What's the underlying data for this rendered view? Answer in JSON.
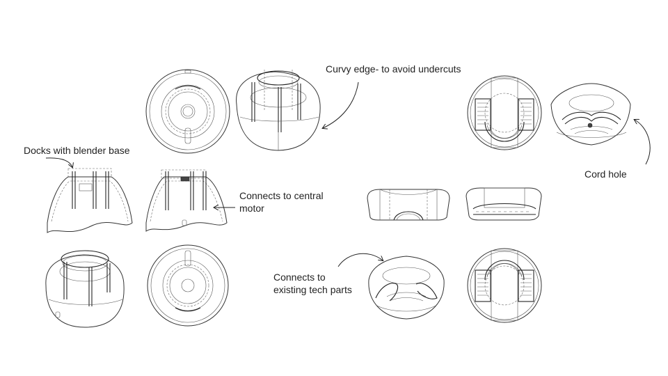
{
  "annotations": {
    "curvy_edge": "Curvy edge- to avoid undercuts",
    "docks_blender": "Docks with blender base",
    "connects_motor": "Connects to central\nmotor",
    "connects_tech": "Connects to\nexisting tech parts",
    "cord_hole": "Cord hole"
  }
}
